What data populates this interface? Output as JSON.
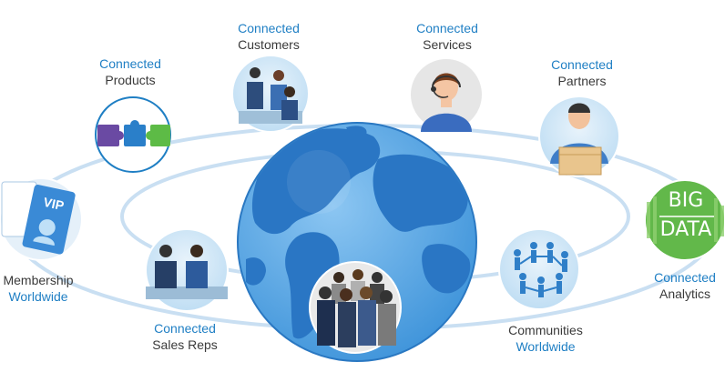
{
  "nodes": {
    "customers": {
      "line1": "Connected",
      "line2": "Customers"
    },
    "services": {
      "line1": "Connected",
      "line2": "Services"
    },
    "products": {
      "line1": "Connected",
      "line2": "Products"
    },
    "partners": {
      "line1": "Connected",
      "line2": "Partners"
    },
    "membership": {
      "line1": "Membership",
      "line2": "Worldwide"
    },
    "analytics": {
      "line1": "Connected",
      "line2": "Analytics"
    },
    "sales": {
      "line1": "Connected",
      "line2": "Sales Reps"
    },
    "communities": {
      "line1": "Communities",
      "line2": "Worldwide"
    }
  },
  "vip_card_text": "VIP",
  "big_data": {
    "top": "BIG",
    "bottom": "DATA"
  },
  "colors": {
    "accent": "#1f7fc4",
    "ocean": "#5aa9e6",
    "land": "#2f7fc8",
    "ring": "#c9dff2",
    "green": "#62b84a"
  }
}
